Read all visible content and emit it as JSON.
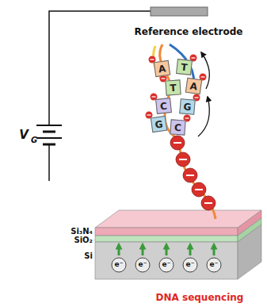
{
  "diagram": {
    "nodes": [
      {
        "text": [
          "A"
        ]
      },
      {
        "text": [
          "T"
        ]
      },
      {
        "text": [
          "T"
        ]
      },
      {
        "text": [
          "A"
        ]
      },
      {
        "text": [
          "C"
        ]
      },
      {
        "text": [
          "G"
        ]
      },
      {
        "text": [
          "G"
        ]
      },
      {
        "text": [
          "C"
        ]
      }
    ],
    "labels": [
      "Reference electrode",
      "V",
      "G",
      "Si₃N₄",
      "SiO₂",
      "Si",
      "e⁻",
      "e⁻",
      "e⁻",
      "e⁻",
      "e⁻",
      "DNA sequencing"
    ]
  }
}
